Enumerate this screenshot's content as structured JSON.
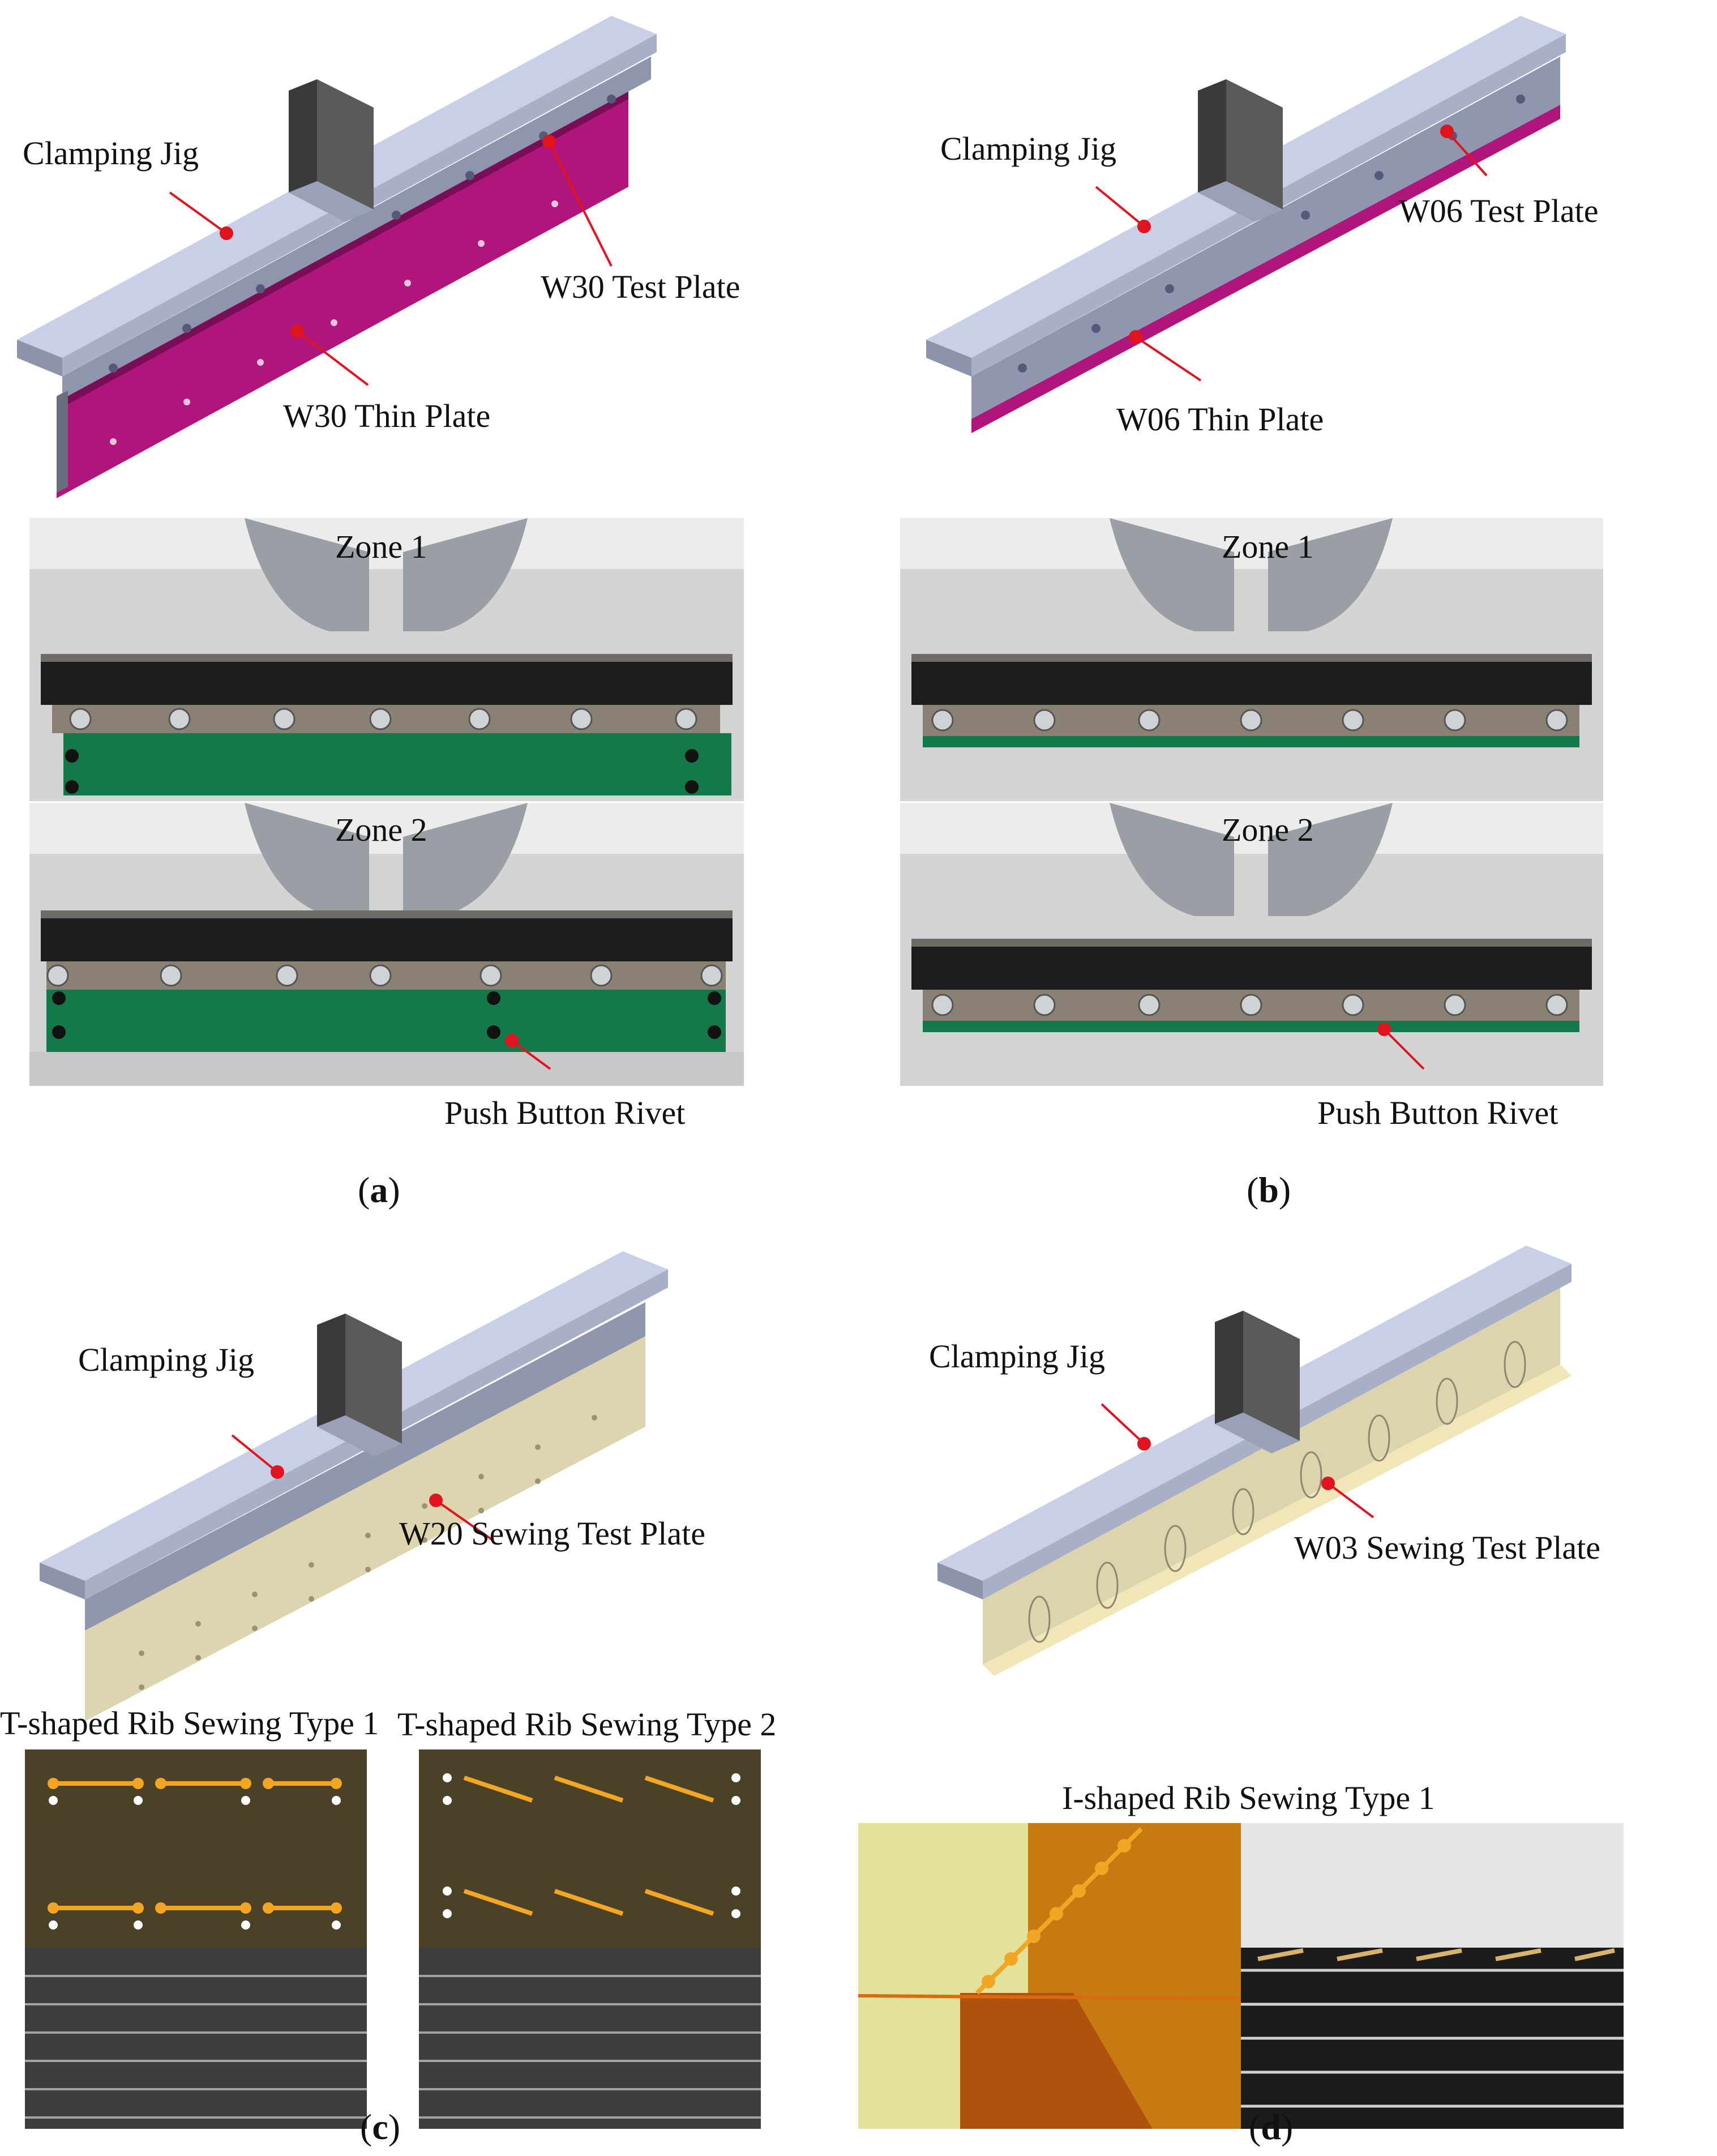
{
  "panel_a": {
    "labels": {
      "clamping_jig": "Clamping Jig",
      "test_plate": "W30 Test Plate",
      "thin_plate": "W30 Thin Plate",
      "zone1": "Zone 1",
      "zone2": "Zone 2",
      "rivet": "Push Button Rivet"
    },
    "caption_letter": "a"
  },
  "panel_b": {
    "labels": {
      "clamping_jig": "Clamping Jig",
      "test_plate": "W06 Test Plate",
      "thin_plate": "W06 Thin Plate",
      "zone1": "Zone 1",
      "zone2": "Zone 2",
      "rivet": "Push Button Rivet"
    },
    "caption_letter": "b"
  },
  "panel_c": {
    "labels": {
      "clamping_jig": "Clamping Jig",
      "test_plate": "W20 Sewing Test Plate",
      "type1": "T-shaped Rib Sewing Type 1",
      "type2": "T-shaped Rib Sewing Type 2"
    },
    "caption_letter": "c"
  },
  "panel_d": {
    "labels": {
      "clamping_jig": "Clamping Jig",
      "test_plate": "W03 Sewing Test Plate",
      "type1": "I-shaped Rib Sewing Type 1"
    },
    "caption_letter": "d"
  },
  "colors": {
    "jig": "#c9cfe6",
    "jig_dark": "#8d93ab",
    "magenta_plate": "#b0157c",
    "green_plate": "#13794a",
    "sewing_plate": "#dcd5b0",
    "stitch": "#f2a623",
    "leader": "#e0141e",
    "dark_panel": "#4a4127"
  }
}
